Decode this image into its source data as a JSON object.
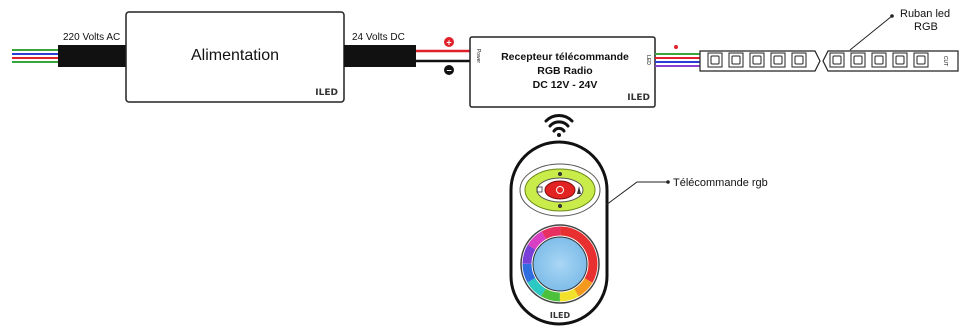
{
  "power_supply": {
    "title": "Alimentation",
    "input_label": "220 Volts AC",
    "output_label": "24 Volts DC",
    "logo": "ILED"
  },
  "receiver": {
    "title_line1": "Recepteur télécommande",
    "title_line2": "RGB Radio",
    "title_line3": "DC 12V - 24V",
    "power_port_label": "Power",
    "output_port_label": "LED",
    "plus_symbol": "+",
    "minus_symbol": "−",
    "logo": "ILED"
  },
  "led_strip": {
    "label_line1": "Ruban led",
    "label_line2": "RGB",
    "cut_mark": "CUT"
  },
  "remote": {
    "label": "Télécommande rgb",
    "logo": "ILED"
  },
  "colors": {
    "wire_red": "#e0202a",
    "wire_black": "#111111",
    "wire_blue": "#2b3fd6",
    "wire_green": "#3aa53a",
    "wire_purple": "#8a3fd0",
    "remote_green": "#c9ec4a",
    "remote_red": "#e32222",
    "wheel_center": "#8ec7ef"
  }
}
